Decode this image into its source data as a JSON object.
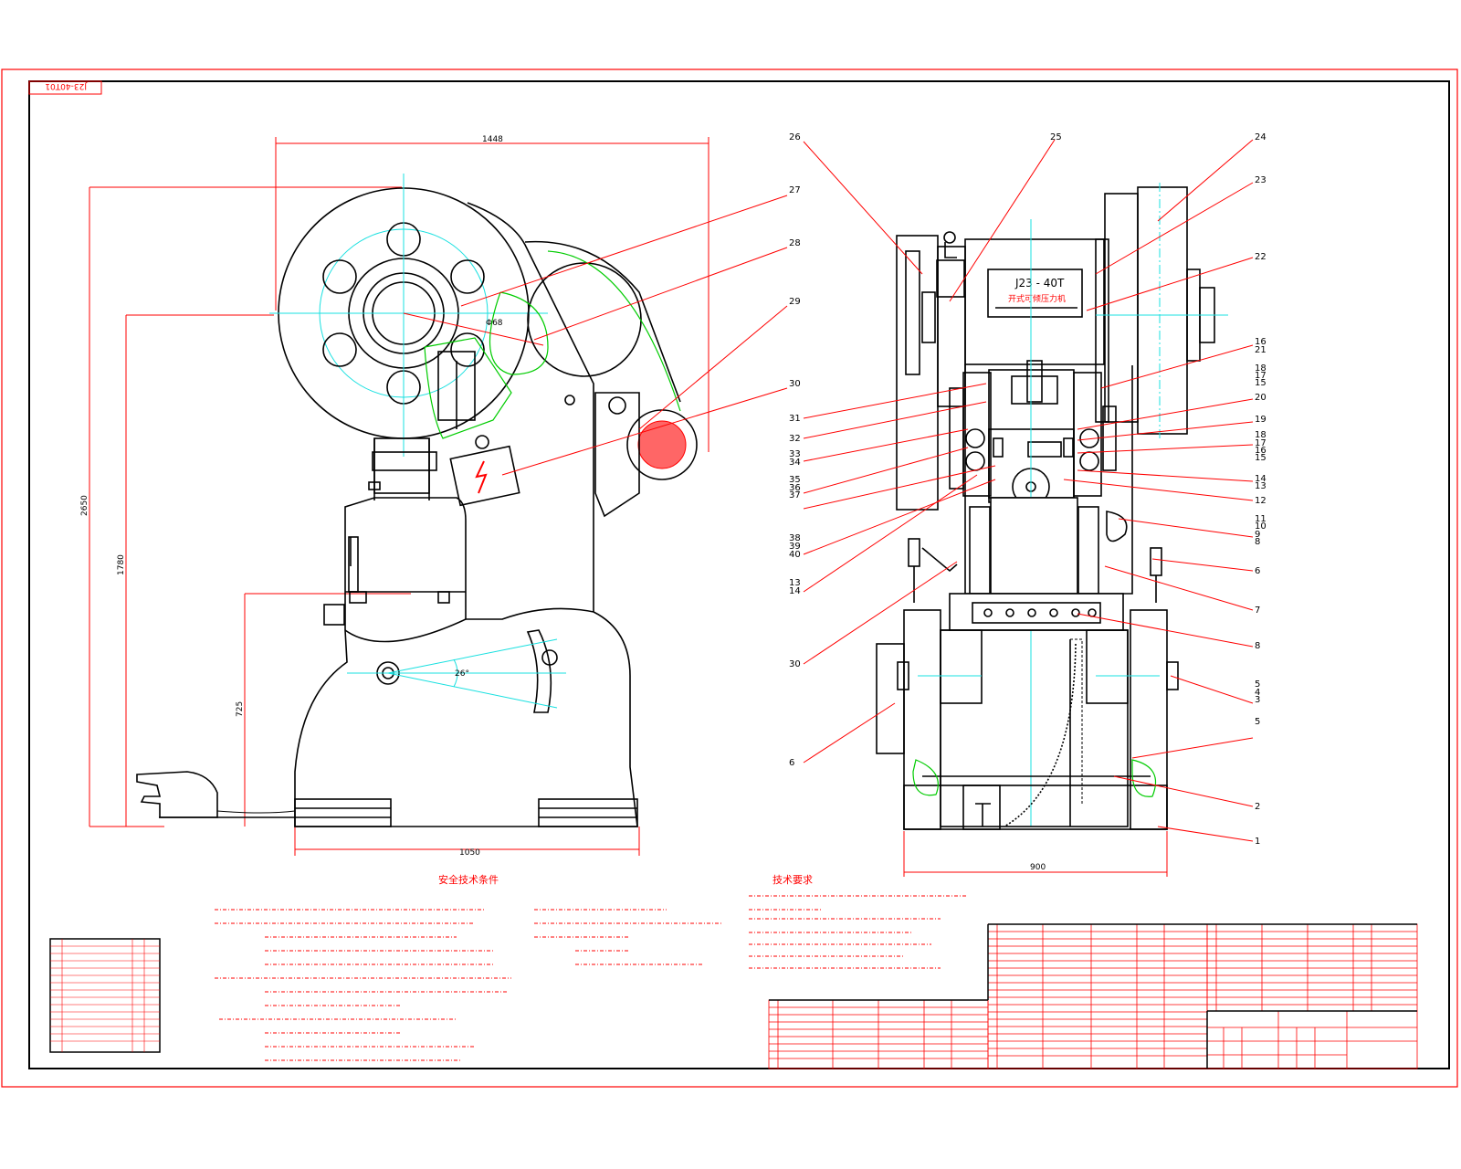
{
  "drawing": {
    "corner_code": "J23-40T01",
    "nameplate_model": "J23 - 40T",
    "nameplate_subtitle": "开式可倾压力机",
    "label_angle": "26°",
    "label_bore": "Φ68"
  },
  "dimensions": {
    "overall_width": "1448",
    "overall_height": "2650",
    "shaft_height": "1780",
    "table_height": "725",
    "base_width_side": "1050",
    "base_width_front": "900"
  },
  "balloons": {
    "right_view": [
      "24",
      "23",
      "22",
      "16",
      "21",
      "18",
      "17",
      "15",
      "20",
      "19",
      "18",
      "17",
      "16",
      "15",
      "14",
      "13",
      "12",
      "11",
      "10",
      "9",
      "8",
      "6",
      "7",
      "8",
      "5",
      "4",
      "3",
      "5",
      "2",
      "1"
    ],
    "left_view": [
      "26",
      "25",
      "31",
      "32",
      "33",
      "34",
      "35",
      "36",
      "37",
      "38",
      "39",
      "40",
      "13",
      "14",
      "30",
      "6"
    ],
    "side_view": [
      "27",
      "28",
      "29",
      "30"
    ]
  },
  "notes": {
    "safety_title": "安全技术条件",
    "tech_title": "技术要求"
  }
}
